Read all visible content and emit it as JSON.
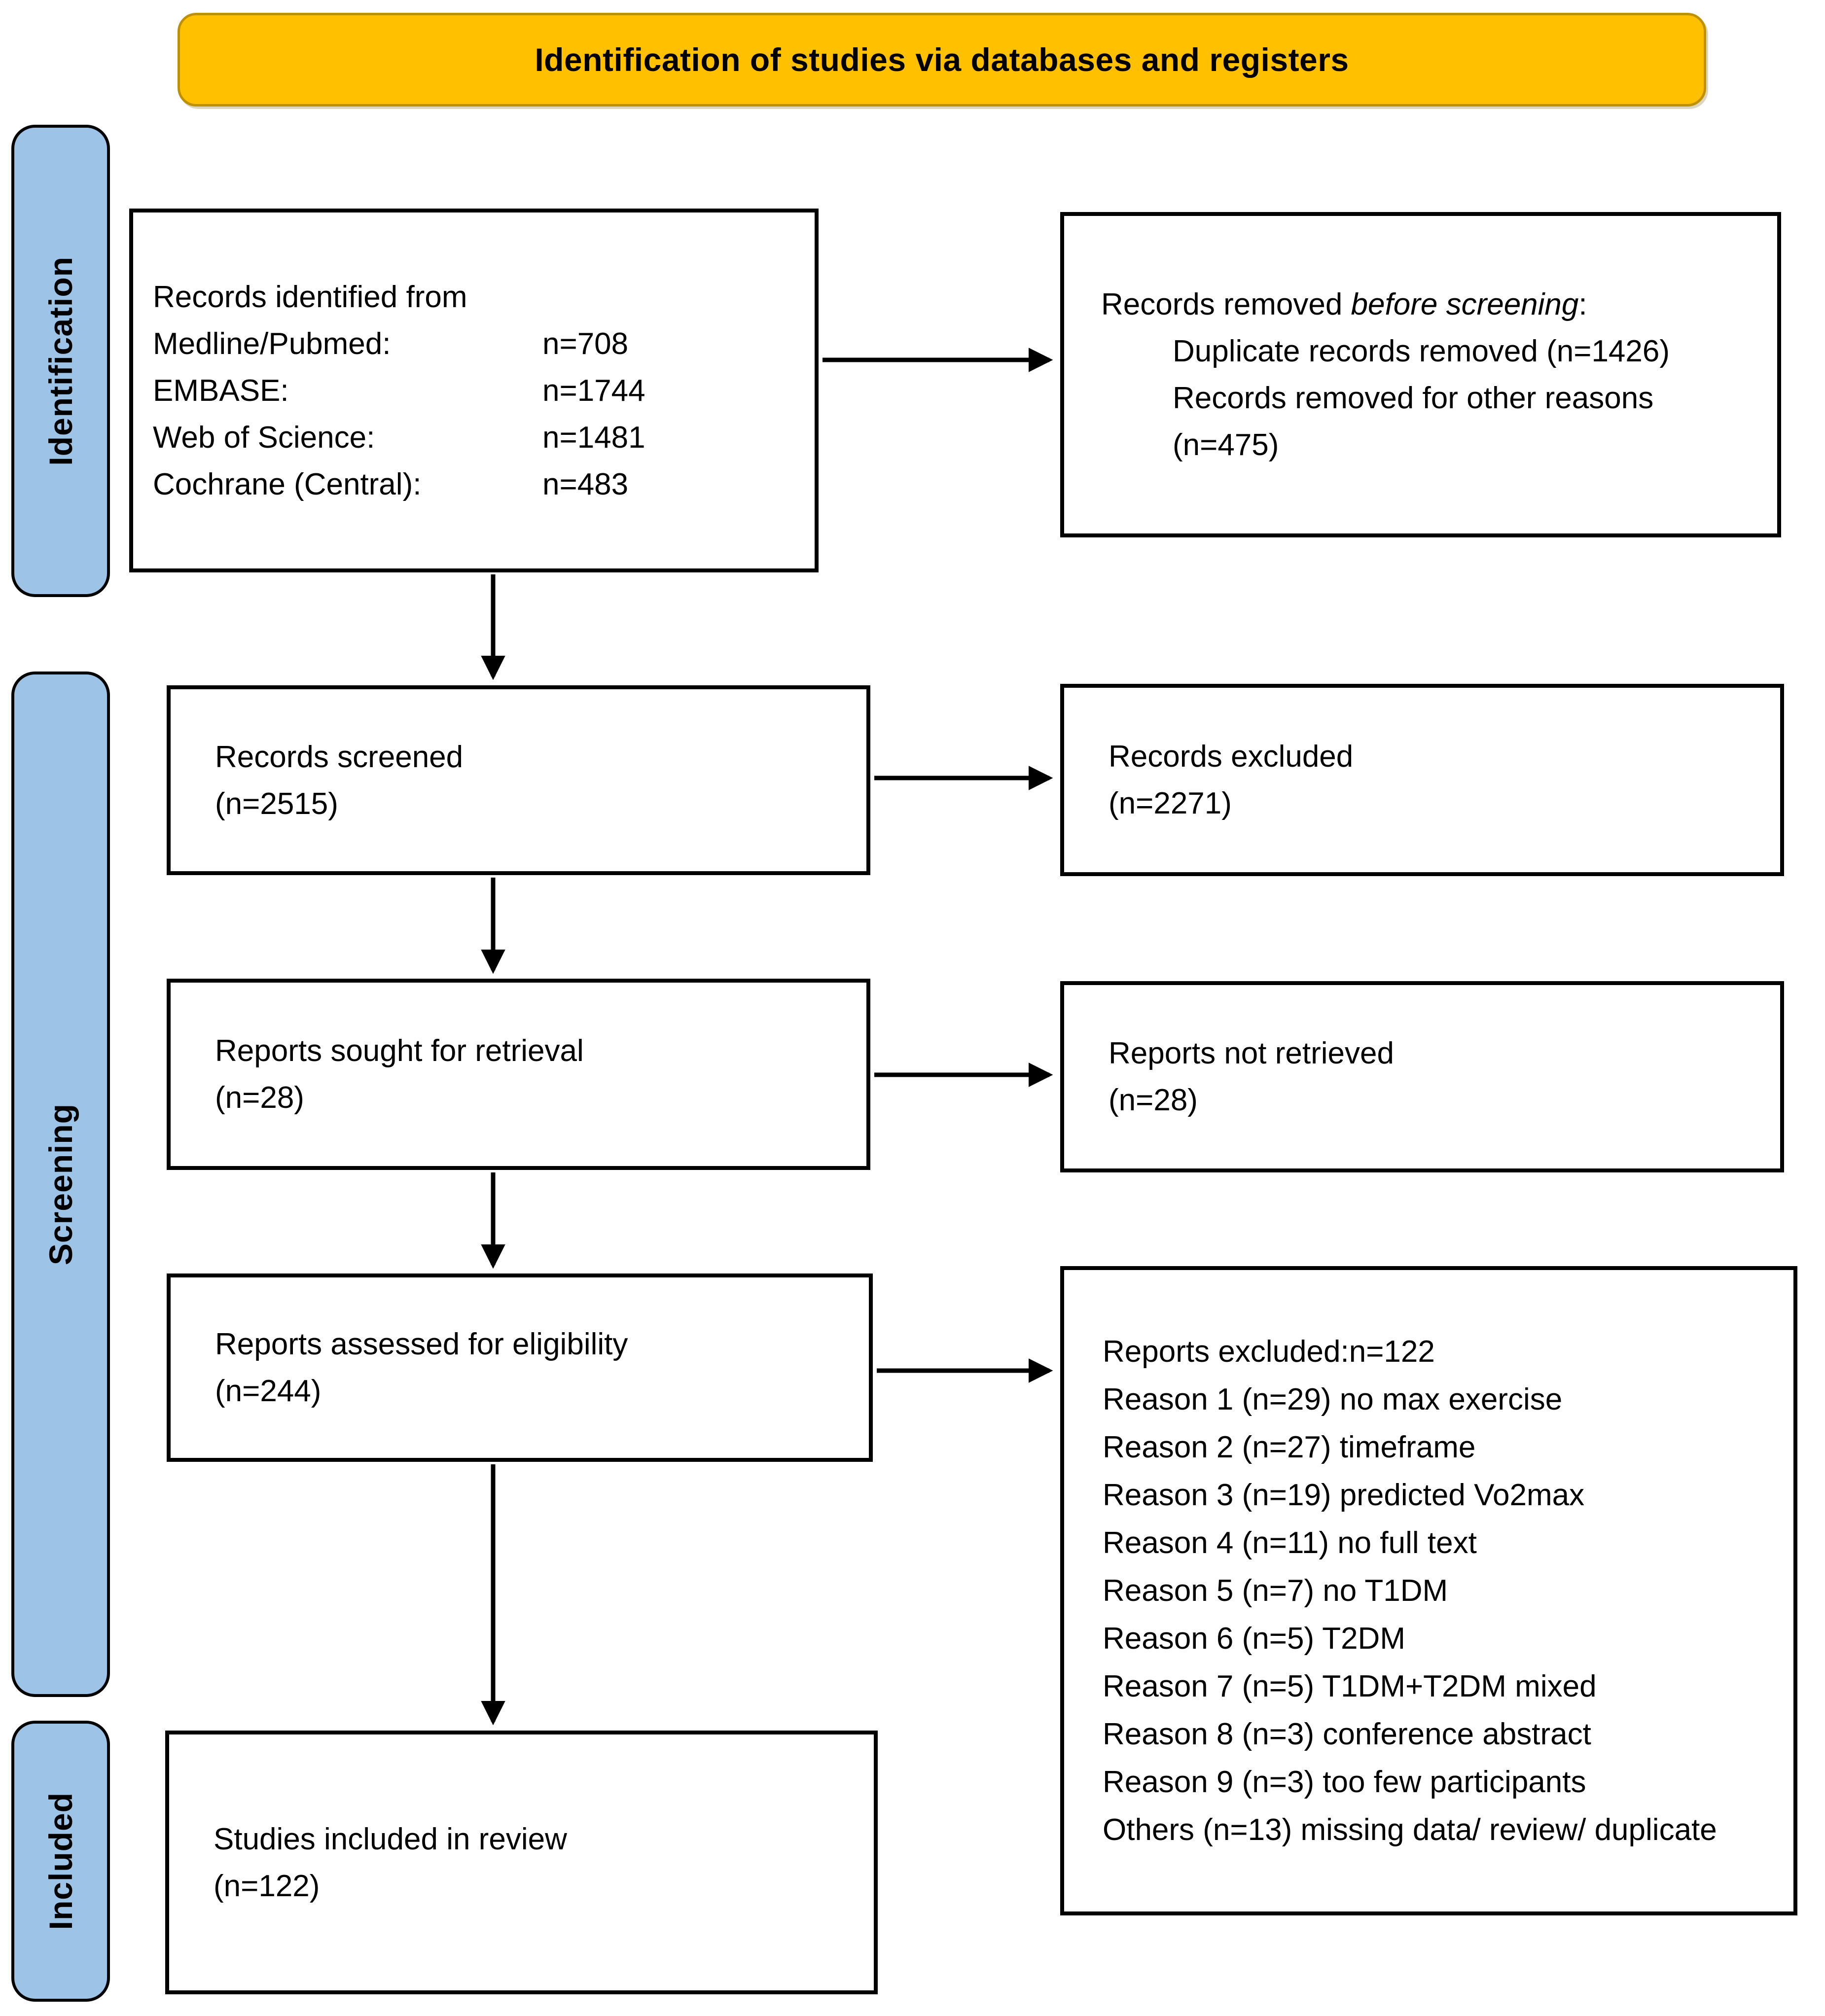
{
  "title": "Identification of studies via databases and registers",
  "colors": {
    "banner_fill": "#FFC000",
    "banner_border": "#BF9000",
    "stage_fill": "#9DC3E6",
    "box_border": "#000000",
    "arrow": "#000000"
  },
  "stages": [
    {
      "label": "Identification"
    },
    {
      "label": "Screening"
    },
    {
      "label": "Included"
    }
  ],
  "boxes": {
    "identified": {
      "heading": "Records identified from",
      "sources": [
        {
          "name": "Medline/Pubmed:",
          "count": "n=708"
        },
        {
          "name": "EMBASE:",
          "count": "n=1744"
        },
        {
          "name": "Web of Science:",
          "count": "n=1481"
        },
        {
          "name": "Cochrane (Central):",
          "count": "n=483"
        }
      ]
    },
    "removed": {
      "line1_prefix": "Records removed ",
      "line1_italic": "before screening",
      "line1_suffix": ":",
      "items": [
        "Duplicate records removed (n=1426)",
        "Records removed for other reasons (n=475)"
      ]
    },
    "screened": {
      "line1": "Records screened",
      "line2": "(n=2515)"
    },
    "excluded": {
      "line1": "Records excluded",
      "line2": "(n=2271)"
    },
    "sought": {
      "line1": "Reports sought for retrieval",
      "line2": "(n=28)"
    },
    "not_retrieved": {
      "line1": "Reports not retrieved",
      "line2": "(n=28)"
    },
    "assessed": {
      "line1": "Reports assessed for eligibility",
      "line2": "(n=244)"
    },
    "reasons": {
      "lines": [
        "Reports excluded:n=122",
        "Reason 1 (n=29) no max exercise",
        "Reason 2 (n=27) timeframe",
        "Reason 3 (n=19) predicted Vo2max",
        "Reason 4 (n=11) no full text",
        "Reason 5 (n=7) no T1DM",
        "Reason 6 (n=5) T2DM",
        "Reason 7 (n=5) T1DM+T2DM mixed",
        "Reason 8 (n=3) conference abstract",
        "Reason 9 (n=3) too few participants",
        "Others (n=13) missing data/ review/ duplicate"
      ]
    },
    "included_studies": {
      "line1": "Studies included in review",
      "line2": "(n=122)"
    }
  }
}
